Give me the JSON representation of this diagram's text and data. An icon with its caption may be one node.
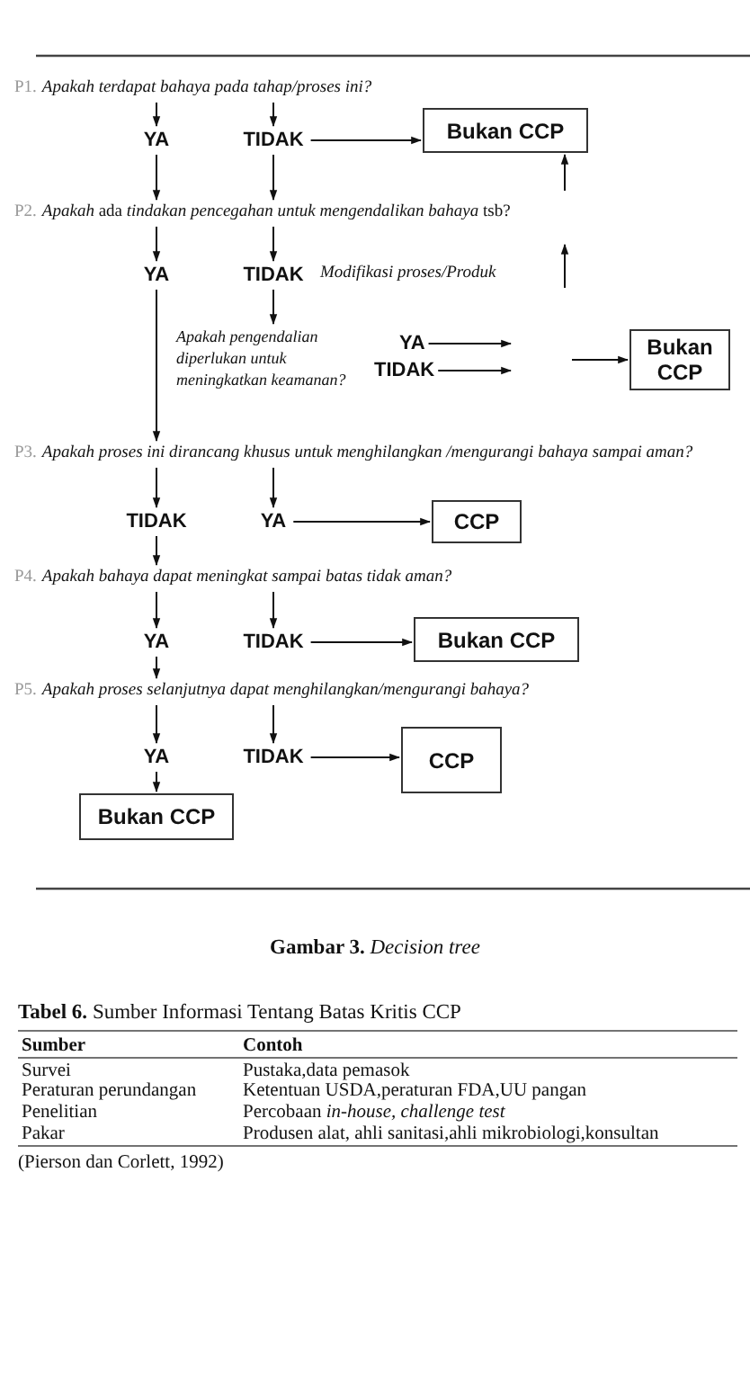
{
  "diagram": {
    "caption": "**Gambar 3.**  *Decision tree*",
    "nodes": [
      {
        "text": [
          "P1.",
          "*Apakah terdapat bahaya pada tahap/proses ini?*"
        ]
      },
      {
        "text": [
          "YA"
        ]
      },
      {
        "text": [
          "TIDAK"
        ]
      },
      {
        "text": [
          "Bukan CCP"
        ]
      },
      {
        "text": [
          "P2.",
          "*Apakah* ada *tindakan pencegahan untuk mengendalikan bahaya* tsb?"
        ]
      },
      {
        "text": [
          "YA"
        ]
      },
      {
        "text": [
          "TIDAK"
        ]
      },
      {
        "text": [
          "Modifikasi proses/Produk"
        ]
      },
      {
        "text": [
          "Apakah pengendalian diperlukan untuk meningkatkan keamanan?"
        ]
      },
      {
        "text": [
          "YA"
        ]
      },
      {
        "text": [
          "TIDAK"
        ]
      },
      {
        "text": [
          "Bukan CCP"
        ]
      },
      {
        "text": [
          "P3.",
          "*Apakah proses ini dirancang khusus untuk menghilangkan /mengurangi bahaya sampai aman?*"
        ]
      },
      {
        "text": [
          "TIDAK"
        ]
      },
      {
        "text": [
          "YA"
        ]
      },
      {
        "text": [
          "CCP"
        ]
      },
      {
        "text": [
          "P4.",
          "*Apakah bahaya dapat meningkat sampai batas tidak aman?*"
        ]
      },
      {
        "text": [
          "YA"
        ]
      },
      {
        "text": [
          "TIDAK"
        ]
      },
      {
        "text": [
          "Bukan CCP"
        ]
      },
      {
        "text": [
          "P5.",
          "*Apakah proses selanjutnya dapat menghilangkan/mengurangi bahaya?*"
        ]
      },
      {
        "text": [
          "YA"
        ]
      },
      {
        "text": [
          "TIDAK"
        ]
      },
      {
        "text": [
          "CCP"
        ]
      },
      {
        "text": [
          "Bukan CCP"
        ]
      }
    ],
    "edges": [
      {
        "from": 0,
        "to": 1,
        "arrow": "to"
      },
      {
        "from": 0,
        "to": 2,
        "arrow": "to"
      },
      {
        "from": 2,
        "to": 3,
        "arrow": "to"
      },
      {
        "from": 1,
        "to": 4,
        "arrow": "to"
      },
      {
        "from": 2,
        "to": 4,
        "arrow": "to"
      },
      {
        "from": 4,
        "to": 5,
        "arrow": "to"
      },
      {
        "from": 4,
        "to": 6,
        "arrow": "to"
      },
      {
        "from": 5,
        "to": 12,
        "arrow": "to"
      },
      {
        "from": 6,
        "to": 8,
        "arrow": "to"
      },
      {
        "from": 9,
        "to": null,
        "arrow": "to"
      },
      {
        "from": 10,
        "to": null,
        "arrow": "to"
      },
      {
        "from": null,
        "to": 11,
        "arrow": "to"
      },
      {
        "from": null,
        "to": 3,
        "arrow": "to"
      },
      {
        "from": 12,
        "to": 13,
        "arrow": "to"
      },
      {
        "from": 12,
        "to": 14,
        "arrow": "to"
      },
      {
        "from": 14,
        "to": 15,
        "arrow": "to"
      },
      {
        "from": 13,
        "to": 16,
        "arrow": "to"
      },
      {
        "from": 16,
        "to": 17,
        "arrow": "to"
      },
      {
        "from": 16,
        "to": 18,
        "arrow": "to"
      },
      {
        "from": 18,
        "to": 19,
        "arrow": "to"
      },
      {
        "from": 17,
        "to": 20,
        "arrow": "to"
      },
      {
        "from": 20,
        "to": 21,
        "arrow": "to"
      },
      {
        "from": 20,
        "to": 22,
        "arrow": "to"
      },
      {
        "from": 22,
        "to": 23,
        "arrow": "to"
      },
      {
        "from": 21,
        "to": 24,
        "arrow": "to"
      }
    ],
    "labels": [
      "**Tabel 6.** Sumber Informasi Tentang Batas Kritis CCP",
      "Sumber",
      "Contoh",
      "Survei",
      "Pustaka,data pemasok",
      "Peraturan perundangan",
      "Ketentuan USDA,peraturan FDA,UU pangan",
      "Penelitian",
      "Percobaan *in-house, challenge test*",
      "Pakar",
      "Produsen alat, ahli sanitasi,ahli mikrobiologi,konsultan",
      "(Pierson dan Corlett, 1992)"
    ]
  }
}
